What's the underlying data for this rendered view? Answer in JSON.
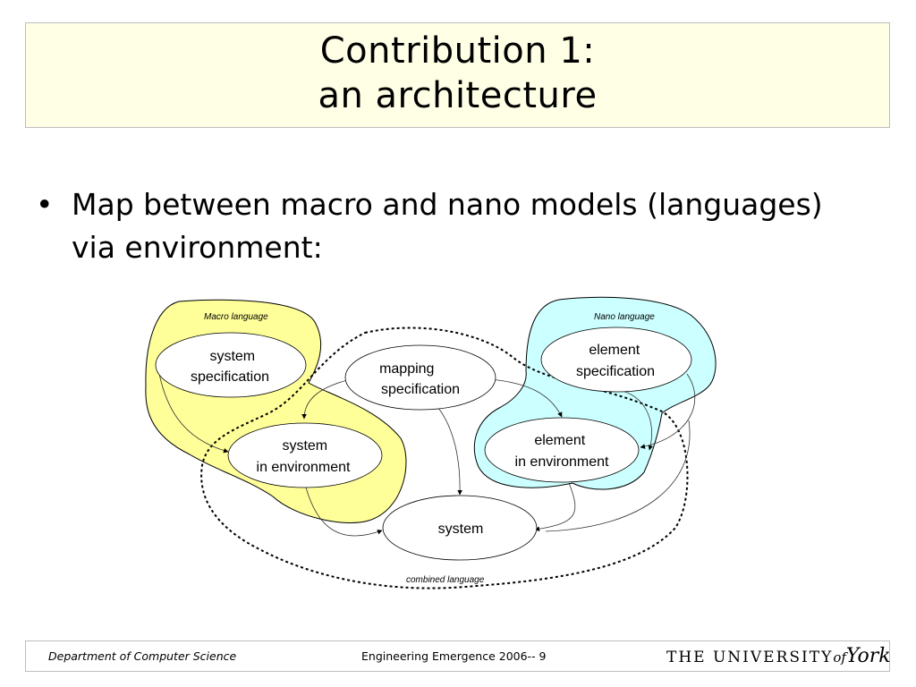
{
  "title": {
    "line1": "Contribution 1:",
    "line2": "an architecture"
  },
  "bullet": {
    "symbol": "•",
    "text_line1": "Map between macro and nano models (languages)",
    "text_line2": "via environment:"
  },
  "diagram": {
    "regions": {
      "macro": "Macro language",
      "nano": "Nano language",
      "combined": "combined language"
    },
    "nodes": {
      "system_specification": [
        "system",
        "specification"
      ],
      "mapping_specification": [
        "mapping",
        "specification"
      ],
      "element_specification": [
        "element",
        "specification"
      ],
      "system_in_environment": [
        "system",
        "in environment"
      ],
      "element_in_environment": [
        "element",
        "in environment"
      ],
      "system": [
        "system"
      ]
    },
    "colors": {
      "macro_fill": "#ffff99",
      "nano_fill": "#ccffff",
      "outline": "#000000"
    }
  },
  "footer": {
    "department": "Department of Computer Science",
    "event": "Engineering Emergence 2006-- 9",
    "logo_the": "THE UNIVERSITY",
    "logo_of": "of",
    "logo_york": "York"
  }
}
